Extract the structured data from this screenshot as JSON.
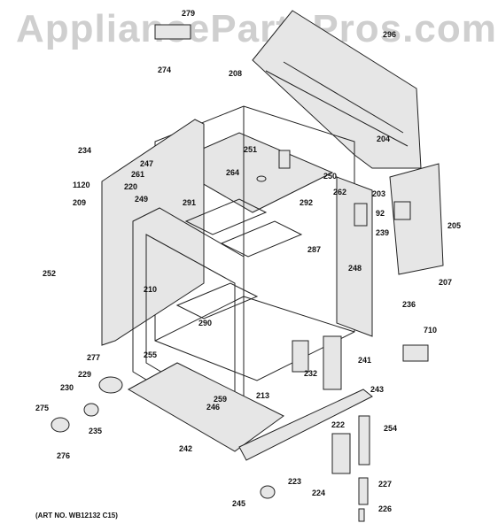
{
  "watermark": "AppliancePartsPros.com",
  "art_number": "(ART NO. WB12132 C15)",
  "callouts": [
    "279",
    "274",
    "296",
    "208",
    "204",
    "234",
    "247",
    "251",
    "264",
    "250",
    "262",
    "203",
    "92",
    "239",
    "205",
    "1120",
    "220",
    "261",
    "249",
    "291",
    "292",
    "209",
    "252",
    "287",
    "248",
    "207",
    "236",
    "210",
    "290",
    "710",
    "277",
    "255",
    "241",
    "229",
    "230",
    "213",
    "232",
    "243",
    "275",
    "259",
    "246",
    "235",
    "254",
    "222",
    "242",
    "276",
    "223",
    "224",
    "227",
    "245",
    "226"
  ]
}
